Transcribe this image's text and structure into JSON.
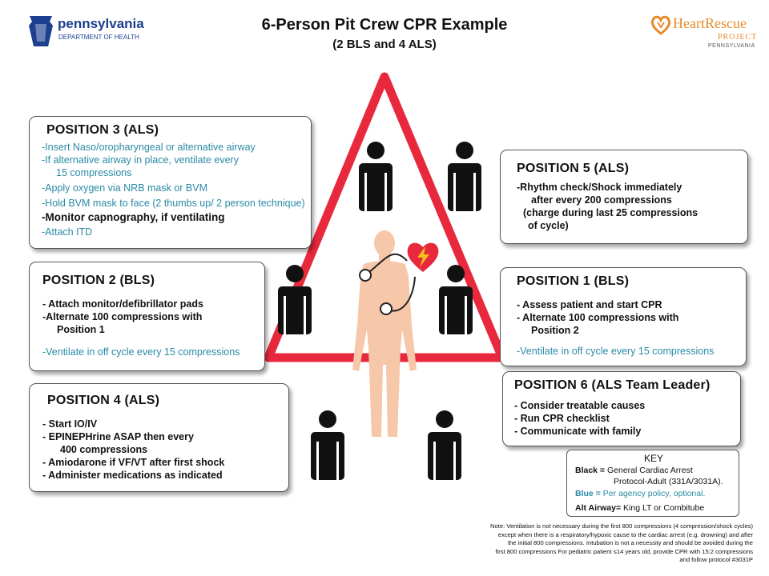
{
  "header": {
    "title": "6-Person Pit Crew CPR Example",
    "subtitle": "(2 BLS and 4 ALS)",
    "pa_logo": {
      "name": "pennsylvania",
      "department": "DEPARTMENT OF HEALTH"
    },
    "hr_logo": {
      "name": "HeartRescue",
      "project": "PROJECT",
      "state": "PENNSYLVANIA"
    }
  },
  "positions": {
    "p3": {
      "title": "POSITION 3 (ALS)",
      "l1": "-Insert Naso/oropharyngeal or alternative airway",
      "l2": "-If alternative airway in place, ventilate every",
      "l2b": "15 compressions",
      "l3": "-Apply oxygen via NRB mask or BVM",
      "l4": "-Hold BVM mask to face (2 thumbs up/ 2 person technique)",
      "l5": "-Monitor capnography, if ventilating",
      "l6": "-Attach ITD"
    },
    "p5": {
      "title": "POSITION 5 (ALS)",
      "l1": "-Rhythm check/Shock immediately",
      "l1b": "after every 200 compressions",
      "l2": "(charge during last 25 compressions",
      "l2b": "of cycle)"
    },
    "p2": {
      "title": "POSITION 2 (BLS)",
      "l1": "- Attach monitor/defibrillator pads",
      "l2": "-Alternate 100 compressions with",
      "l2b": "Position 1",
      "l3": "-Ventilate in off cycle every 15 compressions"
    },
    "p1": {
      "title": "POSITION 1 (BLS)",
      "l1": "- Assess patient and start CPR",
      "l2": "- Alternate 100 compressions with",
      "l2b": "Position 2",
      "l3": "-Ventilate in off cycle every 15 compressions"
    },
    "p4": {
      "title": "POSITION 4 (ALS)",
      "l1": "- Start IO/IV",
      "l2": "- EPINEPHrine ASAP then every",
      "l2b": "400 compressions",
      "l3": "- Amiodarone if VF/VT after first shock",
      "l4": "- Administer medications as indicated"
    },
    "p6": {
      "title": "POSITION 6 (ALS Team Leader)",
      "l1": "- Consider treatable causes",
      "l2": "- Run CPR checklist",
      "l3": "- Communicate with family"
    }
  },
  "key": {
    "title": "KEY",
    "black_label": "Black =",
    "black_text": "General Cardiac Arrest",
    "black_text2": "Protocol-Adult (331A/3031A).",
    "blue_label": "Blue =",
    "blue_text": "Per agency policy, optional.",
    "airway_label": "Alt Airway=",
    "airway_text": "King LT or Combitube"
  },
  "note": {
    "l1": "Note: Ventilation is not necessary during the first 800 compressions (4 compression/shock cycles)",
    "l2": "except when there is a respiratory/hypoxic cause to the cardiac arrest (e.g. drowning) and after",
    "l3": "the initial 800 compressions. Intubation is not a necessity and should be avoided during the",
    "l4": "first 800 compressions For pediatric patient ≤14 years old, provide CPR with 15:2 compressions",
    "l5": "and follow protocol #3031P"
  },
  "colors": {
    "triangle_red": "#e8283c",
    "blue_text": "#2a8aa6",
    "skin": "#f6c7a8",
    "heart_red": "#e8283c",
    "bolt_yellow": "#f6c21c",
    "pa_blue": "#1c3f8f",
    "hr_orange": "#e88a2a"
  },
  "icons": [
    "person-silhouette-icon",
    "patient-body-icon",
    "heart-lightning-icon",
    "pa-keystone-icon",
    "heartrescue-logo-icon"
  ]
}
